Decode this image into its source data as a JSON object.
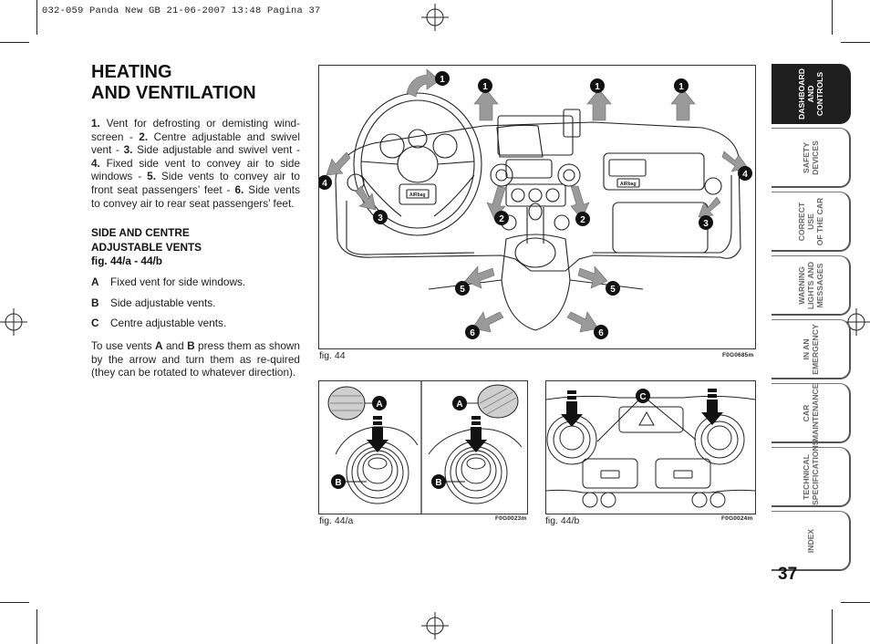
{
  "print_header": "032-059 Panda New GB  21-06-2007  13:48  Pagina 37",
  "title": {
    "line1": "HEATING",
    "line2": "AND VENTILATION"
  },
  "intro": {
    "n1": "1.",
    "t1": " Vent for defrosting or demisting wind-screen - ",
    "n2": "2.",
    "t2": " Centre adjustable and swivel vent - ",
    "n3": "3.",
    "t3": " Side adjustable and swivel vent - ",
    "n4": "4.",
    "t4": " Fixed side vent to convey air to side windows - ",
    "n5": "5.",
    "t5": " Side vents to convey air to front seat passengers’ feet - ",
    "n6": "6.",
    "t6": " Side vents to convey air to rear seat passengers’ feet."
  },
  "subsection": {
    "line1": "SIDE AND CENTRE",
    "line2": "ADJUSTABLE VENTS",
    "line3": "fig. 44/a - 44/b"
  },
  "definitions": [
    {
      "key": "A",
      "text": "Fixed vent for side windows."
    },
    {
      "key": "B",
      "text": "Side adjustable vents."
    },
    {
      "key": "C",
      "text": "Centre adjustable vents."
    }
  ],
  "usage": {
    "t1": "To use vents ",
    "k1": "A",
    "t2": " and ",
    "k2": "B",
    "t3": " press them as shown by the arrow and turn them as re-quired (they can be rotated to whatever direction)."
  },
  "figures": {
    "main": {
      "caption": "fig. 44",
      "code": "F0G0685m"
    },
    "a": {
      "caption": "fig. 44/a",
      "code": "F0G0023m"
    },
    "b": {
      "caption": "fig. 44/b",
      "code": "F0G0024m"
    }
  },
  "callouts": {
    "n1": "1",
    "n2": "2",
    "n3": "3",
    "n4": "4",
    "n5": "5",
    "n6": "6",
    "A": "A",
    "B": "B",
    "C": "C"
  },
  "dash_labels": {
    "airbag": "AIRbag"
  },
  "tabs": [
    {
      "line1": "DASHBOARD",
      "line2": "AND CONTROLS",
      "active": true
    },
    {
      "line1": "SAFETY",
      "line2": "DEVICES",
      "active": false
    },
    {
      "line1": "CORRECT USE",
      "line2": "OF THE CAR",
      "active": false
    },
    {
      "line1": "WARNING",
      "line2": "LIGHTS AND",
      "line3": "MESSAGES",
      "active": false
    },
    {
      "line1": "IN AN",
      "line2": "EMERGENCY",
      "active": false
    },
    {
      "line1": "CAR",
      "line2": "MAINTENANCE",
      "active": false
    },
    {
      "line1": "TECHNICAL",
      "line2": "SPECIFICATIONS",
      "active": false
    },
    {
      "line1": "INDEX",
      "active": false
    }
  ],
  "page_number": "37",
  "colors": {
    "arrow_grey": "#9a9a9a",
    "tab_active": "#1e1e1e",
    "callout": "#111111"
  }
}
